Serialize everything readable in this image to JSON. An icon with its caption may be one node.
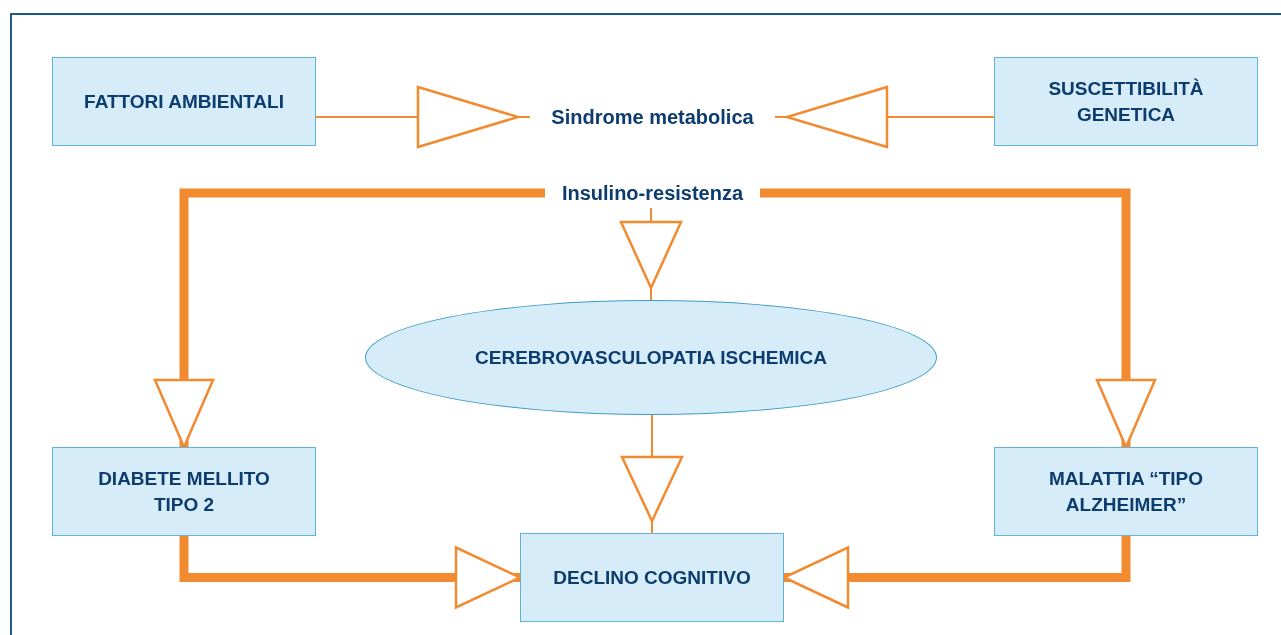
{
  "diagram": {
    "nodes": [
      {
        "text": [
          "FATTORI AMBIENTALI"
        ]
      },
      {
        "text": [
          "Sindrome metabolica"
        ]
      },
      {
        "text": [
          "SUSCETTIBILITÀ GENETICA"
        ]
      },
      {
        "text": [
          "Insulino-resistenza"
        ]
      },
      {
        "text": [
          "CEREBROVASCULOPATIA ISCHEMICA"
        ]
      },
      {
        "text": [
          "DIABETE MELLITO TIPO 2"
        ]
      },
      {
        "text": [
          "DECLINO COGNITIVO"
        ]
      },
      {
        "text": [
          "MALATTIA “TIPO ALZHEIMER”"
        ]
      }
    ],
    "edges": [
      {
        "from": 0,
        "to": 1,
        "arrow": "to"
      },
      {
        "from": 2,
        "to": 1,
        "arrow": "to"
      },
      {
        "from": 3,
        "to": 4,
        "arrow": "to"
      },
      {
        "from": 3,
        "to": 5,
        "arrow": "to",
        "style": "thick"
      },
      {
        "from": 3,
        "to": 7,
        "arrow": "to",
        "style": "thick"
      },
      {
        "from": 4,
        "to": 6,
        "arrow": "to"
      },
      {
        "from": 5,
        "to": 6,
        "arrow": "to",
        "style": "thick"
      },
      {
        "from": 7,
        "to": 6,
        "arrow": "to",
        "style": "thick"
      }
    ]
  }
}
